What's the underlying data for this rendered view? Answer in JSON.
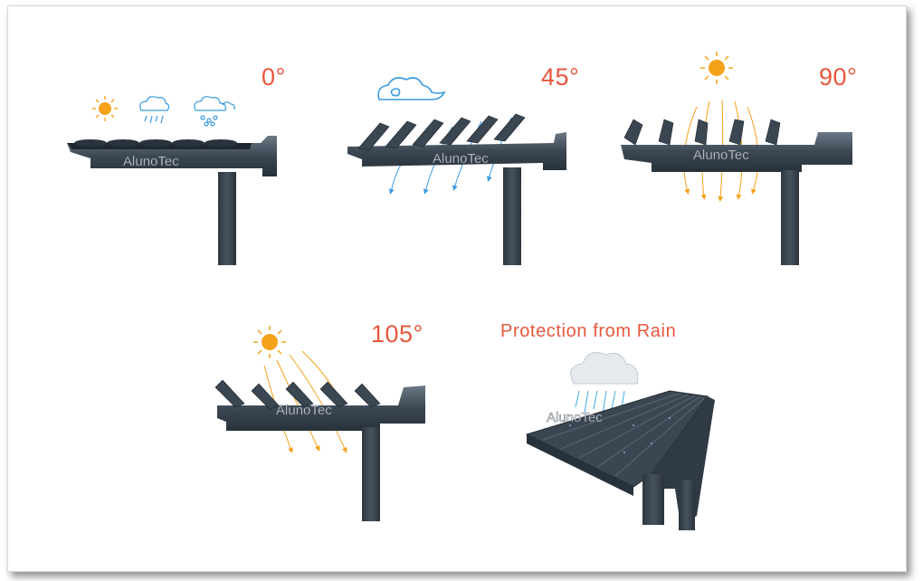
{
  "brand": {
    "watermark": "AlunoTec"
  },
  "panels": [
    {
      "id": "p0",
      "angle_label": "0°"
    },
    {
      "id": "p45",
      "angle_label": "45°"
    },
    {
      "id": "p90",
      "angle_label": "90°"
    },
    {
      "id": "p105",
      "angle_label": "105°"
    },
    {
      "id": "prain",
      "caption": "Protection from Rain"
    }
  ],
  "colors": {
    "frame": "#3a4652",
    "accent_label": "#e8573d",
    "sun": "#f5a21b",
    "wind": "#3a9be0",
    "rain": "#5bb8e8"
  },
  "icons": [
    "sun-icon",
    "rain-cloud-icon",
    "snow-cloud-icon",
    "wind-cloud-icon",
    "cloud-icon"
  ]
}
